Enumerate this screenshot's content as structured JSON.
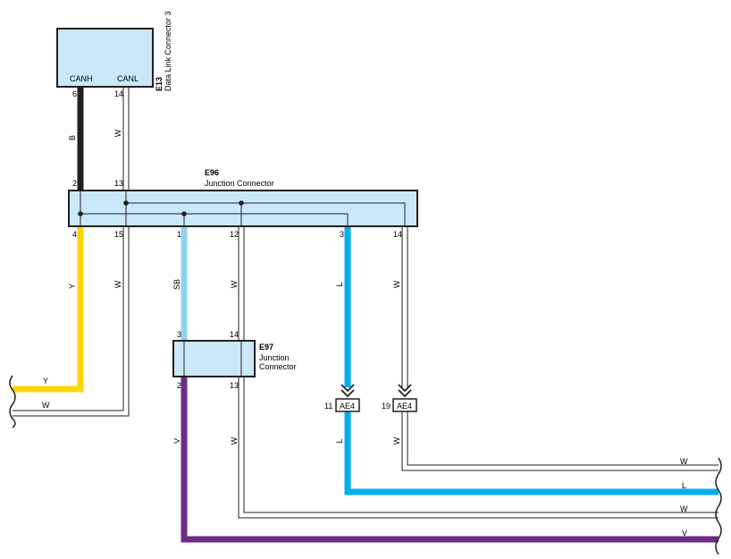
{
  "colors": {
    "connector_fill": "#c9e9f9",
    "wire_black": "#231f20",
    "wire_yellow": "#ffd500",
    "wire_sky_blue": "#8fd3ef",
    "wire_blue": "#00adef",
    "wire_violet": "#6e2b8a",
    "wire_white_outline": "#231f20"
  },
  "connectors": {
    "e13": {
      "code": "E13",
      "name": "Data Link Connector 3",
      "terminals": {
        "canh": "CANH",
        "canl": "CANL"
      },
      "pins": {
        "canh": "6",
        "canl": "14"
      }
    },
    "e96": {
      "code": "E96",
      "name": "Junction Connector",
      "pins_top": {
        "p2": "2",
        "p13": "13"
      },
      "pins_bottom": {
        "p4": "4",
        "p15": "15",
        "p1": "1",
        "p12": "12",
        "p3": "3",
        "p14": "14"
      }
    },
    "e97": {
      "code": "E97",
      "name_line1": "Junction",
      "name_line2": "Connector",
      "pins_top": {
        "p3": "3",
        "p14": "14"
      },
      "pins_bottom": {
        "p2": "2",
        "p13": "13"
      }
    },
    "ae4_a": {
      "code": "AE4",
      "pin": "11"
    },
    "ae4_b": {
      "code": "AE4",
      "pin": "19"
    }
  },
  "wire_colors": {
    "canh_upper": "B",
    "canl_upper": "W",
    "yellow": "Y",
    "white_15": "W",
    "sky_blue": "SB",
    "white_12": "W",
    "blue_upper": "L",
    "white_14_upper": "W",
    "violet": "V",
    "white_13": "W",
    "blue_lower": "L",
    "white_19": "W",
    "left_y": "Y",
    "left_w": "W",
    "right_w_top": "W",
    "right_l": "L",
    "right_w_mid": "W",
    "right_v": "V"
  }
}
